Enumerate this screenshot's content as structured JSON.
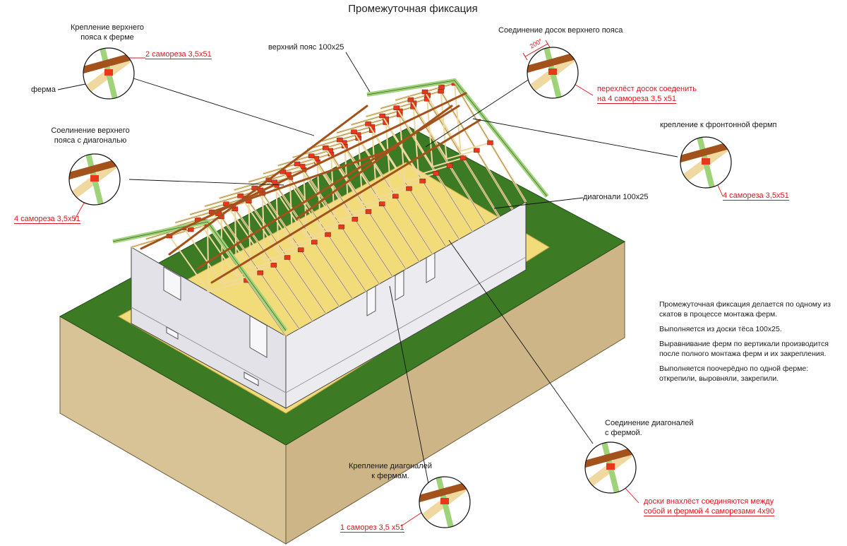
{
  "title": "Промежуточная фиксация",
  "labels": {
    "top_chord_fix_title": "Крепление верхнего\nпояса к ферме",
    "top_chord_fix_screws": "2 самореза 3,5х51",
    "truss": "ферма",
    "top_chord_board": "верхний пояс 100х25",
    "top_chord_joint_title": "Соединение досок верхнего пояса",
    "overlap_dim": "200*",
    "overlap_note_1": "перехлёст досок соеденить",
    "overlap_note_2": "на 4 самореза 3,5 х51",
    "gable_fix_title": "крепление к фронтонной фермп",
    "gable_fix_screws": "4 самореза 3,5х51",
    "chord_diag_title": "Соелинение верхнего\nпояса с диагональю",
    "chord_diag_screws": "4 самореза 3,5х51",
    "diagonals": "диагонали 100х25",
    "diag_truss_joint_title": "Соединение диагоналей\nс фермой.",
    "diag_truss_note_1": "доски внахлёст соединяются между",
    "diag_truss_note_2": "собой и фермой 4 саморезами 4х90",
    "diag_fix_title": "Крепление диагоналей\nк фермам.",
    "diag_fix_screws": "1 саморез 3,5 х51"
  },
  "notes": [
    "Промежуточная фиксация делается по одному из\nскатов в процессе монтажа ферм.",
    "Выполняется из доски тёса 100х25.",
    "Выравнивание ферм по вертикали  производится\nпосле полного монтажа ферм и их закрепления.",
    "Выполняется поочерёдно по одной ферме:\nоткрепили, выровняли, закрепили."
  ],
  "colors": {
    "grass": "#3c7a24",
    "soil": "#d9c49a",
    "sand": "#f2dc7a",
    "wall": "#e8e8ec",
    "truss_wood": "#efd9a0",
    "truss_green": "#9fd37a",
    "bracing": "#a4521c",
    "plates": "#e8381c",
    "annotation_red": "#e0141e"
  }
}
